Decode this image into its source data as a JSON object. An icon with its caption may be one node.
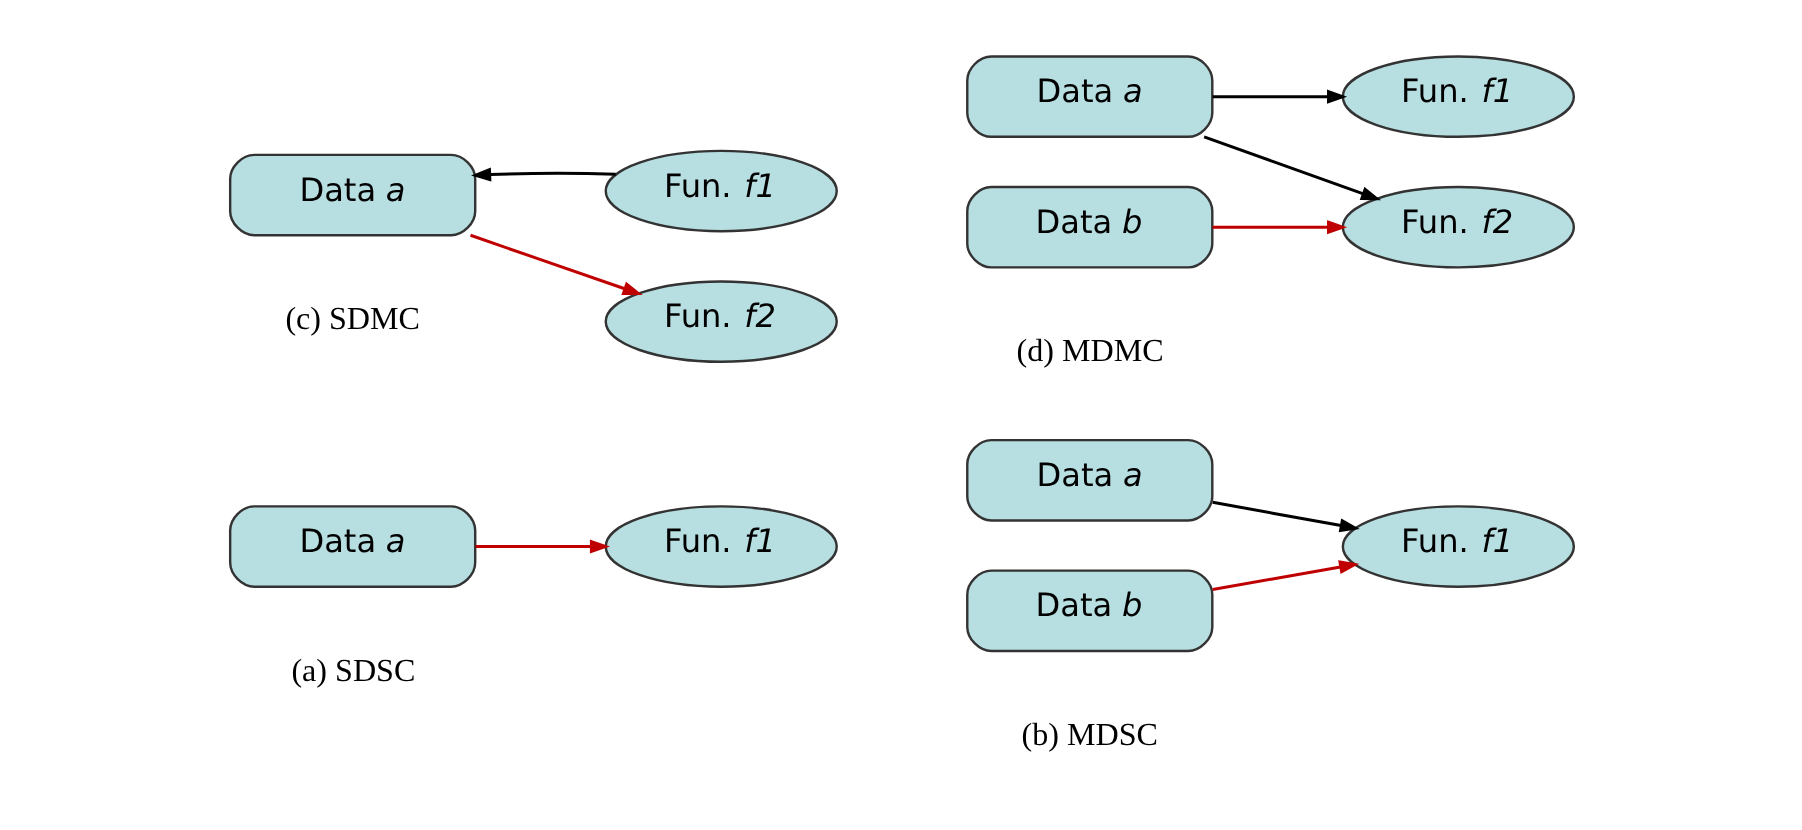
{
  "diagram": {
    "nodes": [
      {
        "text": [
          "Data *a*"
        ]
      },
      {
        "text": [
          "Fun. *f1*"
        ]
      },
      {
        "text": [
          "Data *a*"
        ]
      },
      {
        "text": [
          "Data *b*"
        ]
      },
      {
        "text": [
          "Fun. *f1*"
        ]
      },
      {
        "text": [
          "Data *a*"
        ]
      },
      {
        "text": [
          "Fun. *f1*"
        ]
      },
      {
        "text": [
          "Fun. *f2*"
        ]
      },
      {
        "text": [
          "Data *a*"
        ]
      },
      {
        "text": [
          "Data *b*"
        ]
      },
      {
        "text": [
          "Fun. *f1*"
        ]
      },
      {
        "text": [
          "Fun. *f2*"
        ]
      }
    ],
    "edges": [
      {
        "from": 0,
        "to": 1,
        "arrow": "to",
        "color": "#c00000"
      },
      {
        "from": 2,
        "to": 4,
        "arrow": "to",
        "color": "#000000"
      },
      {
        "from": 3,
        "to": 4,
        "arrow": "to",
        "color": "#c00000"
      },
      {
        "from": 6,
        "to": 5,
        "arrow": "to",
        "color": "#000000"
      },
      {
        "from": 5,
        "to": 7,
        "arrow": "to",
        "color": "#c00000"
      },
      {
        "from": 8,
        "to": 10,
        "arrow": "to",
        "color": "#000000"
      },
      {
        "from": 8,
        "to": 11,
        "arrow": "to",
        "color": "#000000"
      },
      {
        "from": 9,
        "to": 11,
        "arrow": "to",
        "color": "#c00000"
      }
    ],
    "labels": [
      "(a) SDSC",
      "(b) MDSC",
      "(c) SDMC",
      "(d) MDMC"
    ]
  }
}
